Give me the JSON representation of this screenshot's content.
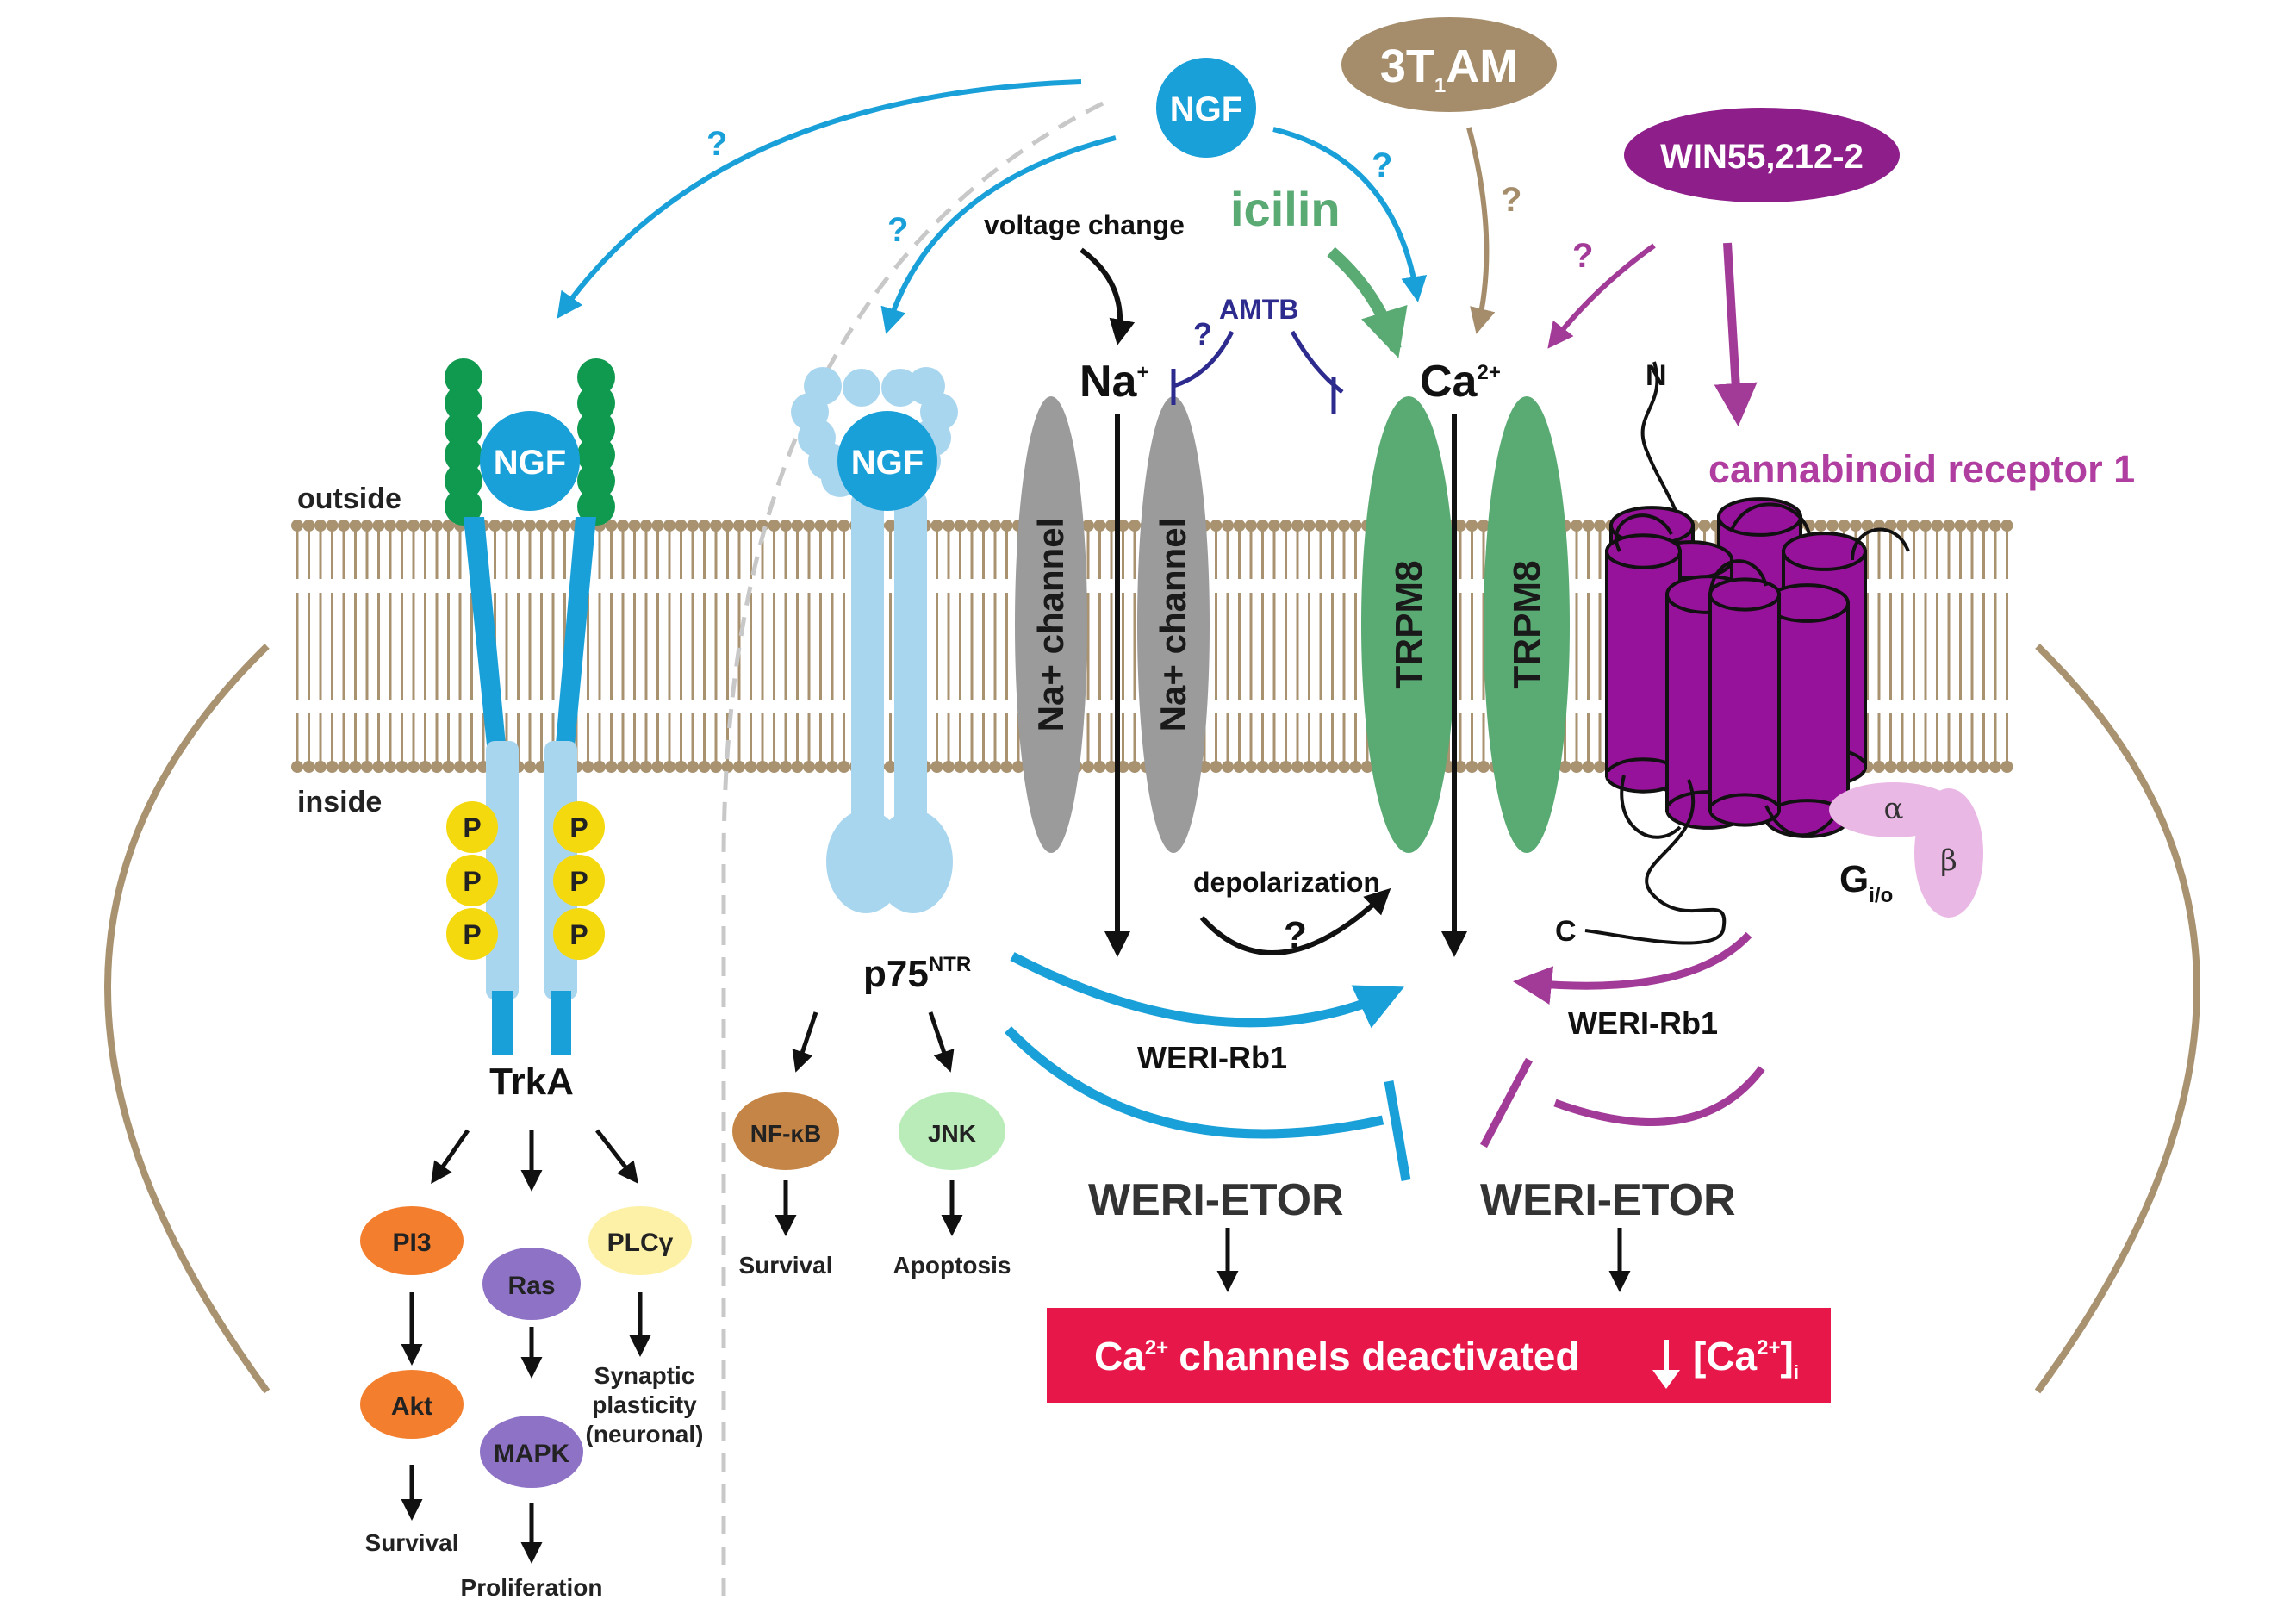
{
  "labels": {
    "outside": "outside",
    "inside": "inside",
    "ngf": "NGF",
    "t1am_main": "3T",
    "t1am_sub": "1",
    "t1am_tail": "AM",
    "win": "WIN55,212-2",
    "icilin": "icilin",
    "voltage_change": "voltage change",
    "amtb": "AMTB",
    "na_main": "Na",
    "na_sup": "+",
    "ca_main": "Ca",
    "ca_sup": "2+",
    "n_term": "N",
    "c_term": "C",
    "cb1": "cannabinoid receptor 1",
    "na_channel": "Na+ channel",
    "trpm8": "TRPM8",
    "p": "P",
    "trka": "TrkA",
    "p75_main": "p75",
    "p75_sup": "NTR",
    "depolarization": "depolarization",
    "question": "?",
    "alpha": "α",
    "beta": "β",
    "g_main": "G",
    "g_sub": "i/o",
    "weri_rb1": "WERI-Rb1",
    "weri_etor": "WERI-ETOR",
    "pi3": "PI3",
    "akt": "Akt",
    "ras": "Ras",
    "mapk": "MAPK",
    "plcg": "PLCγ",
    "survival": "Survival",
    "proliferation": "Proliferation",
    "synaptic_1": "Synaptic",
    "synaptic_2": "plasticity",
    "synaptic_3": "(neuronal)",
    "nfkb": "NF-κB",
    "jnk": "JNK",
    "apoptosis": "Apoptosis",
    "banner_ca": "Ca",
    "banner_sup": "2+",
    "banner_text": "channels deactivated",
    "banner_bracket_open": "[Ca",
    "banner_bracket_sup": "2+",
    "banner_bracket_close": "]",
    "banner_sub": "i"
  },
  "colors": {
    "ngf_blue": "#1aa0d8",
    "trk_green": "#0f9a4f",
    "p75_light": "#a9d6ef",
    "membrane": "#a89270",
    "grey_channel": "#9b9b9b",
    "trpm8": "#5aaa74",
    "icilin": "#5aaa74",
    "t1am": "#a58d6b",
    "win": "#8e1f8a",
    "cb1": "#97129a",
    "cb1_label": "#b03ea0",
    "amtb": "#2e2b8f",
    "phospho": "#f5d90f",
    "pi3_akt": "#f37f2e",
    "ras_mapk": "#8e72c6",
    "plcg": "#fdf1a8",
    "nfkb": "#c58546",
    "jnk": "#b9ecb8",
    "g_protein": "#eab8e5",
    "banner": "#e8174a",
    "arrow_black": "#111111"
  }
}
